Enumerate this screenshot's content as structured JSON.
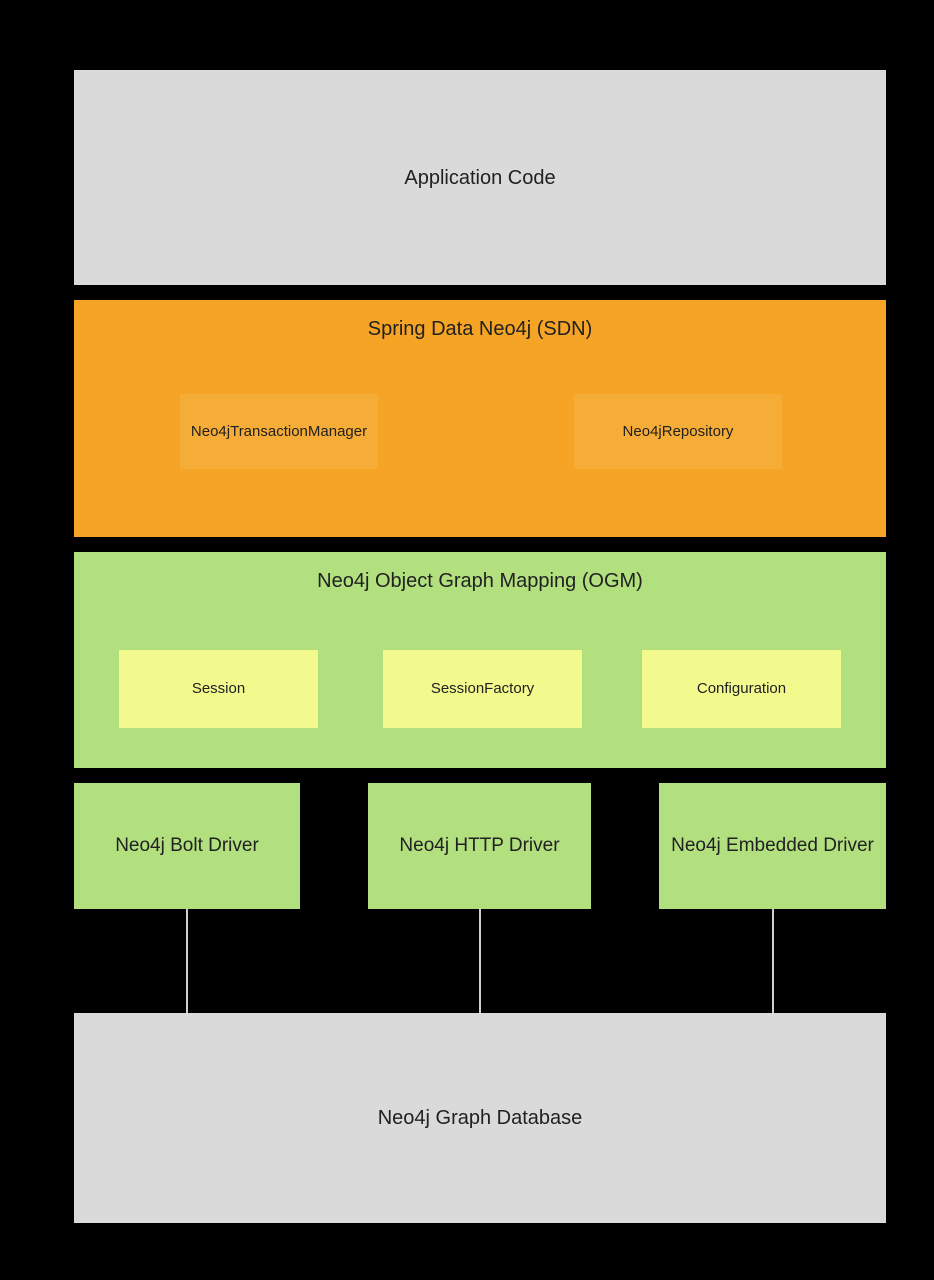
{
  "colors": {
    "background": "#000000",
    "gray_box": "#dadada",
    "orange_box": "#f5a425",
    "orange_inner_box": "#f6ad37",
    "green_box": "#b3e07e",
    "yellow_inner_box": "#f2fa8e",
    "text": "#212121",
    "connector_line": "#cfcfcf"
  },
  "diagram": {
    "application_code": {
      "label": "Application Code"
    },
    "sdn": {
      "title": "Spring Data Neo4j (SDN)",
      "items": [
        {
          "label": "Neo4jTransactionManager"
        },
        {
          "label": "Neo4jRepository"
        }
      ]
    },
    "ogm": {
      "title": "Neo4j Object Graph Mapping (OGM)",
      "items": [
        {
          "label": "Session"
        },
        {
          "label": "SessionFactory"
        },
        {
          "label": "Configuration"
        }
      ]
    },
    "drivers": [
      {
        "label": "Neo4j Bolt Driver"
      },
      {
        "label": "Neo4j HTTP Driver"
      },
      {
        "label": "Neo4j Embedded Driver"
      }
    ],
    "database": {
      "label": "Neo4j Graph Database"
    }
  }
}
